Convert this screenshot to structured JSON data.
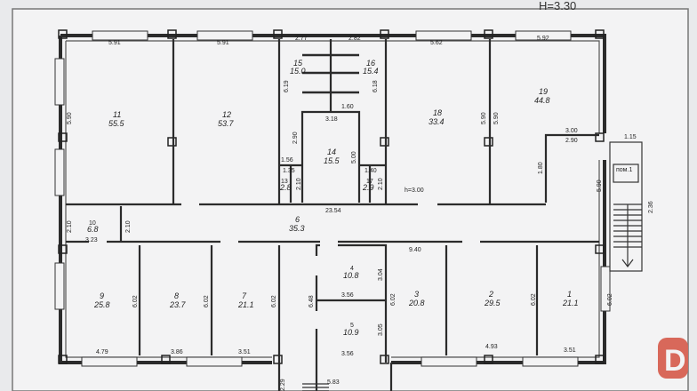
{
  "header": {
    "height_label": "H=3.30"
  },
  "inner_height_label": "h=3.00",
  "stair_label": "пом.1",
  "rooms": [
    {
      "id": "11",
      "no": "11",
      "area": "55.5",
      "dims": [
        "5.91",
        "5.90"
      ]
    },
    {
      "id": "12",
      "no": "12",
      "area": "53.7",
      "dims": [
        "5.91"
      ]
    },
    {
      "id": "15",
      "no": "15",
      "area": "15.0",
      "dims": [
        "2.77",
        "6.19"
      ]
    },
    {
      "id": "16",
      "no": "16",
      "area": "15.4",
      "dims": [
        "2.82",
        "6.18"
      ]
    },
    {
      "id": "14",
      "no": "14",
      "area": "15.5",
      "dims": [
        "3.18",
        "2.90",
        "5.00"
      ]
    },
    {
      "id": "13",
      "no": "13",
      "area": "2.8",
      "dims": [
        "1.56",
        "1.35",
        "2.10"
      ]
    },
    {
      "id": "17",
      "no": "17",
      "area": "2.9",
      "dims": [
        "1.40",
        "2.10"
      ]
    },
    {
      "id": "18",
      "no": "18",
      "area": "33.4",
      "dims": [
        "5.62",
        "5.90"
      ]
    },
    {
      "id": "19",
      "no": "19",
      "area": "44.8",
      "dims": [
        "5.92",
        "5.90",
        "3.00",
        "2.90"
      ]
    },
    {
      "id": "10",
      "no": "10",
      "area": "6.8",
      "dims": [
        "3.23",
        "2.10"
      ]
    },
    {
      "id": "6",
      "no": "6",
      "area": "35.3",
      "dims": [
        "23.54",
        "2.10"
      ]
    },
    {
      "id": "9",
      "no": "9",
      "area": "25.8",
      "dims": [
        "4.79",
        "6.02"
      ]
    },
    {
      "id": "8",
      "no": "8",
      "area": "23.7",
      "dims": [
        "3.86",
        "6.02"
      ]
    },
    {
      "id": "7",
      "no": "7",
      "area": "21.1",
      "dims": [
        "3.51",
        "6.02"
      ]
    },
    {
      "id": "4",
      "no": "4",
      "area": "10.8",
      "dims": [
        "3.56",
        "3.04"
      ]
    },
    {
      "id": "5",
      "no": "5",
      "area": "10.9",
      "dims": [
        "3.56",
        "3.05"
      ]
    },
    {
      "id": "3",
      "no": "3",
      "area": "20.8",
      "dims": [
        "9.40",
        "6.02"
      ]
    },
    {
      "id": "2",
      "no": "2",
      "area": "29.5",
      "dims": [
        "4.93",
        "6.02"
      ]
    },
    {
      "id": "1",
      "no": "1",
      "area": "21.1",
      "dims": [
        "3.51",
        "6.02"
      ]
    }
  ],
  "misc_dims": [
    "1.60",
    "6.48",
    "5.83",
    "2.29",
    "1.15",
    "2.36",
    "5.90",
    "1.80"
  ],
  "watermark": {
    "letter": "D",
    "color": "#d8685a"
  }
}
